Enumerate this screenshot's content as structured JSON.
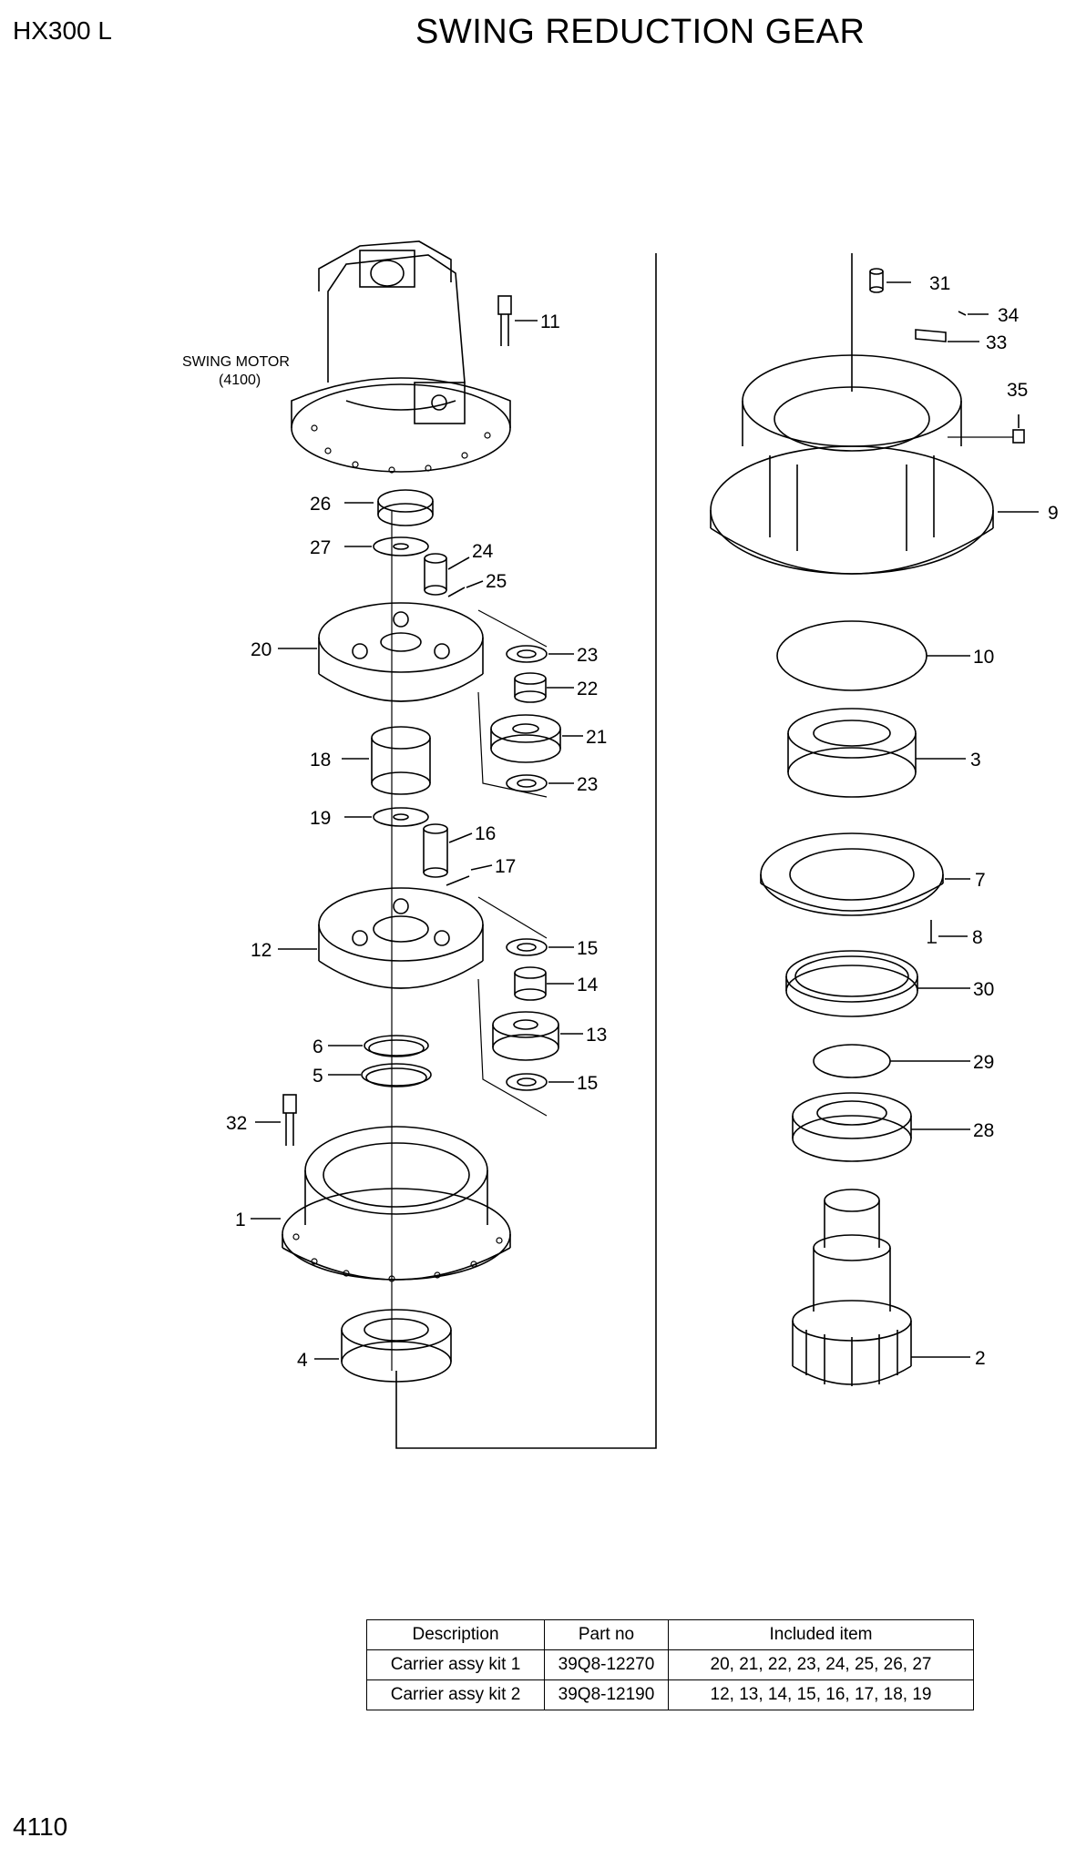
{
  "header": {
    "model": "HX300 L",
    "title": "SWING REDUCTION GEAR"
  },
  "footer": {
    "page_number": "4110"
  },
  "motor": {
    "name": "SWING MOTOR",
    "ref": "(4100)"
  },
  "callouts": {
    "p1": "1",
    "p2": "2",
    "p3": "3",
    "p4": "4",
    "p5": "5",
    "p6": "6",
    "p7": "7",
    "p8": "8",
    "p9": "9",
    "p10": "10",
    "p11": "11",
    "p12": "12",
    "p13": "13",
    "p14": "14",
    "p15a": "15",
    "p15b": "15",
    "p16": "16",
    "p17": "17",
    "p18": "18",
    "p19": "19",
    "p20": "20",
    "p21": "21",
    "p22": "22",
    "p23a": "23",
    "p23b": "23",
    "p24": "24",
    "p25": "25",
    "p26": "26",
    "p27": "27",
    "p28": "28",
    "p29": "29",
    "p30": "30",
    "p31": "31",
    "p32": "32",
    "p33": "33",
    "p34": "34",
    "p35": "35"
  },
  "kits_table": {
    "headers": [
      "Description",
      "Part no",
      "Included item"
    ],
    "rows": [
      [
        "Carrier assy kit 1",
        "39Q8-12270",
        "20, 21, 22, 23, 24, 25, 26, 27"
      ],
      [
        "Carrier assy kit 2",
        "39Q8-12190",
        "12, 13, 14, 15, 16, 17, 18, 19"
      ]
    ]
  }
}
